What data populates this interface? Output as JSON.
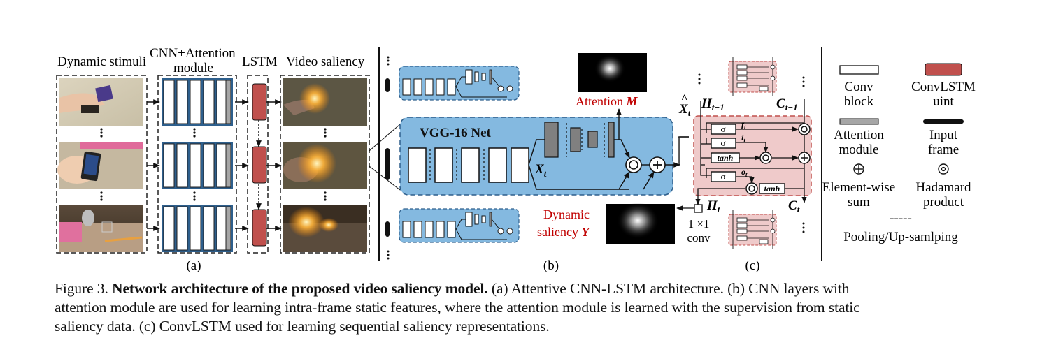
{
  "figure": {
    "panel_a": {
      "headers": {
        "stimuli": "Dynamic stimuli",
        "cnn_line1": "CNN+Attention",
        "cnn_line2": "module",
        "lstm": "LSTM",
        "saliency": "Video saliency"
      },
      "frames": [
        {
          "name": "hand-with-box-frame"
        },
        {
          "name": "hand-with-phone-frame"
        },
        {
          "name": "cat-on-desk-frame"
        }
      ],
      "label": "(a)"
    },
    "panel_b": {
      "net_title": "VGG-16 Net",
      "xt_label": "X",
      "xt_sub": "t",
      "attention_label": "Attention ",
      "attention_var": "M",
      "dynamic_line1": "Dynamic",
      "dynamic_line2": "saliency ",
      "dynamic_var": "Y",
      "label": "(b)"
    },
    "panel_c": {
      "xhat": "X",
      "xhat_sub": "t",
      "h_prev": "H",
      "h_prev_sub": "t−1",
      "c_prev": "C",
      "c_prev_sub": "t−1",
      "h_t": "H",
      "h_t_sub": "t",
      "c_t": "C",
      "c_t_sub": "t",
      "sigma": "σ",
      "tanh": "tanh",
      "f_gate": "f",
      "i_gate": "i",
      "o_gate": "o",
      "gate_sub": "t",
      "conv_line1": "1 ×1",
      "conv_line2": "conv",
      "label": "(c)"
    },
    "legend": {
      "conv_block": [
        "Conv",
        "block"
      ],
      "convlstm_unit": [
        "ConvLSTM",
        "uint"
      ],
      "attention_module": [
        "Attention",
        "module"
      ],
      "input_frame": [
        "Input",
        "frame"
      ],
      "element_wise_sum": [
        "Element-wise",
        "sum"
      ],
      "hadamard_product": [
        "Hadamard",
        "product"
      ],
      "pooling_symbol": "-----",
      "pooling_label": "Pooling/Up-samlping"
    },
    "colors": {
      "blue_fill": "#84b9e0",
      "blue_border": "#2e5f8c",
      "red_unit": "#c0504d",
      "pink_fill": "#efcaca",
      "pink_border": "#c0504d",
      "gray_attention": "#808080",
      "label_red": "#c00000"
    }
  },
  "caption": {
    "prefix": "Figure 3. ",
    "title": "Network architecture of the proposed video saliency model.",
    "body_line1_rest": " (a) Attentive CNN-LSTM architecture.  (b) CNN layers with",
    "body_line2": "attention module are used for learning intra-frame static features, where the attention module is learned with the supervision from static",
    "body_line3": "saliency data. (c) ConvLSTM used for learning sequential saliency representations."
  }
}
